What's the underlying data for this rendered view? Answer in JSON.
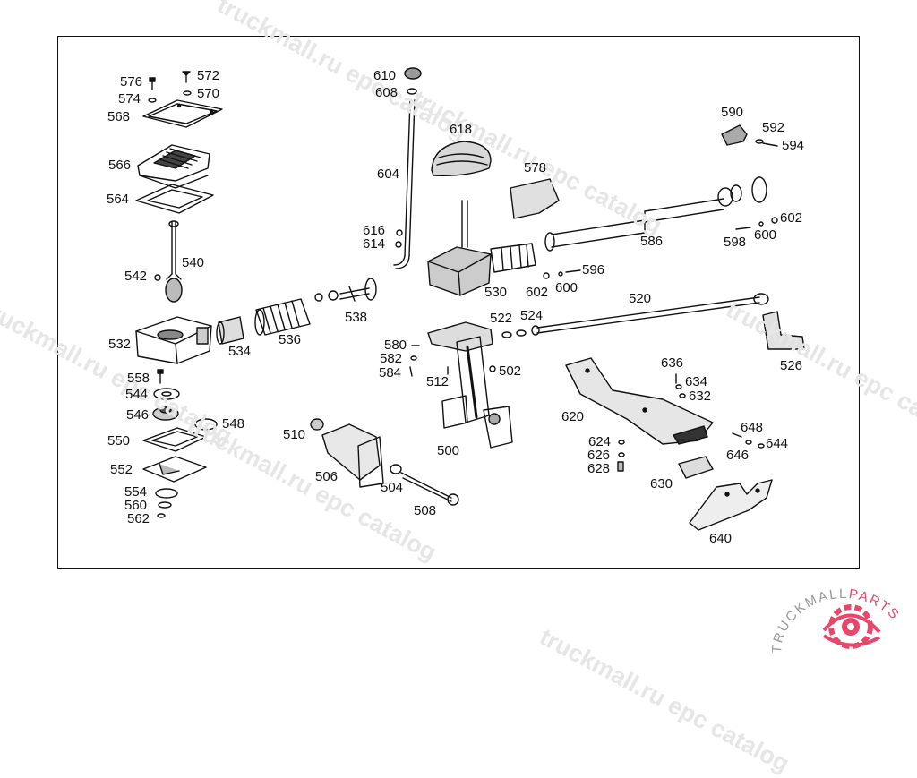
{
  "watermark": "truckmall.ru epc catalog",
  "logo": {
    "text": "TRUCKMALLPARTS",
    "part1": "TRUCKMALL",
    "part2": "PARTS",
    "colors": {
      "dark": "#9a9a9a",
      "accent": "#e8476a"
    }
  },
  "parts": [
    "576",
    "572",
    "574",
    "570",
    "568",
    "566",
    "564",
    "540",
    "542",
    "532",
    "534",
    "536",
    "538",
    "558",
    "544",
    "546",
    "548",
    "550",
    "552",
    "554",
    "560",
    "562",
    "610",
    "608",
    "618",
    "604",
    "616",
    "614",
    "530",
    "578",
    "586",
    "590",
    "592",
    "594",
    "602",
    "600",
    "598",
    "596",
    "520",
    "522",
    "524",
    "526",
    "580",
    "582",
    "584",
    "512",
    "502",
    "500",
    "510",
    "506",
    "504",
    "508",
    "636",
    "634",
    "632",
    "620",
    "624",
    "626",
    "628",
    "630",
    "648",
    "646",
    "644",
    "640"
  ]
}
